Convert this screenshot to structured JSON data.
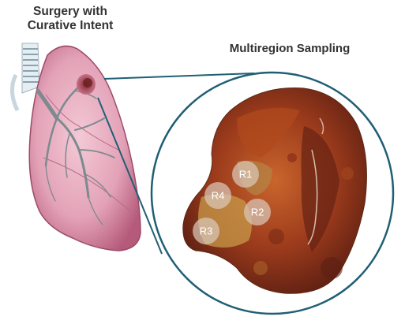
{
  "labels": {
    "surgery_line1": "Surgery with",
    "surgery_line2": "Curative Intent",
    "sampling": "Multiregion Sampling"
  },
  "regions": [
    {
      "id": "R1"
    },
    {
      "id": "R2"
    },
    {
      "id": "R3"
    },
    {
      "id": "R4"
    }
  ],
  "colors": {
    "callout_outline": "#1f5f74",
    "region_circle": "#d9c7b8",
    "lung_fill": "#d98aa4",
    "tumor_fill": "#8a2e1f"
  }
}
